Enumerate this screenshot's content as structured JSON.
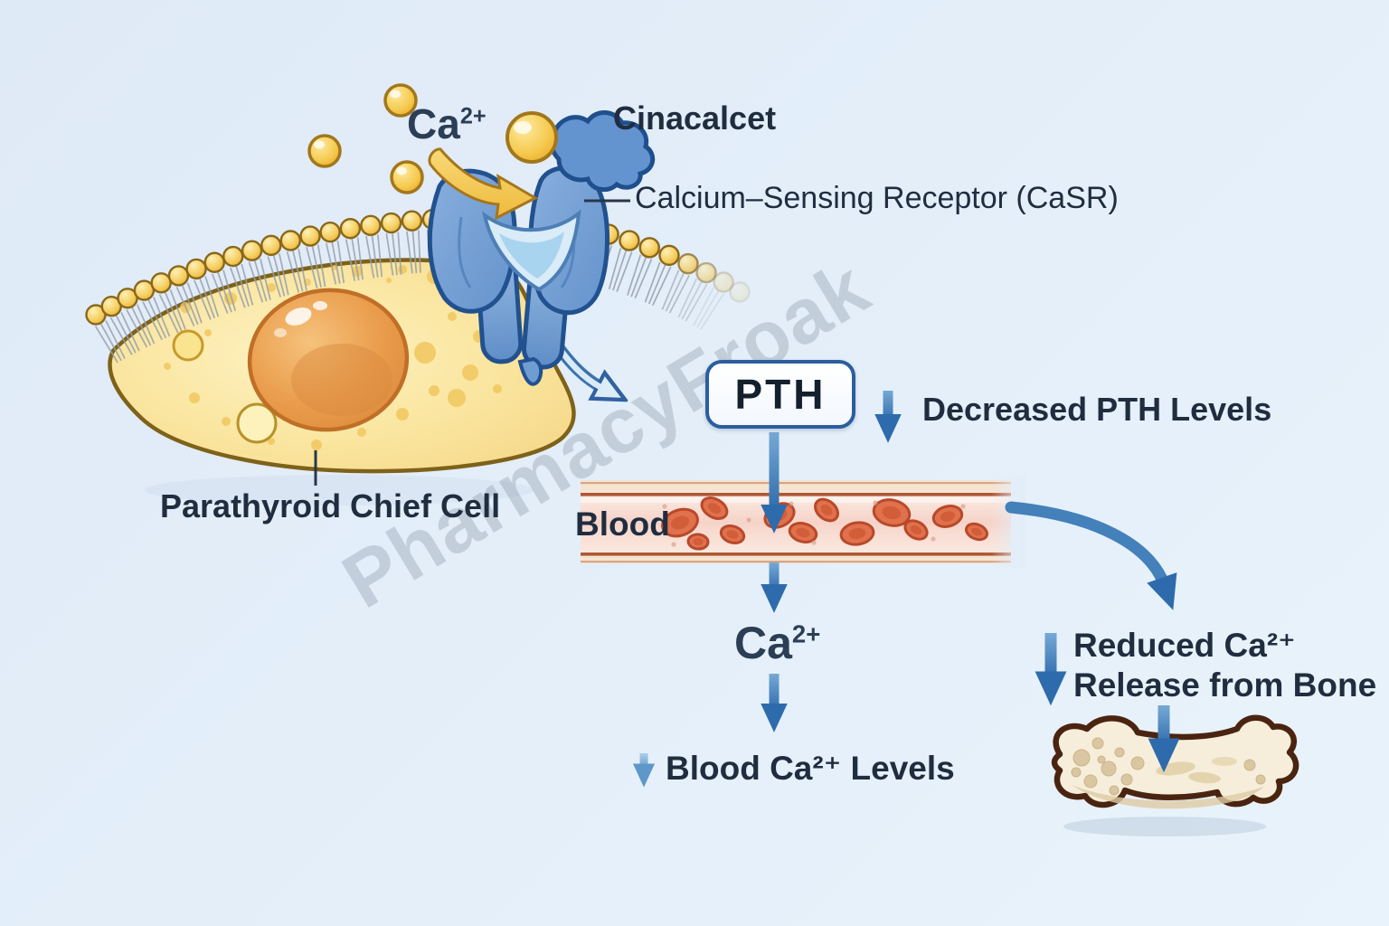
{
  "labels": {
    "ca_top": {
      "base": "Ca",
      "sup": "2+"
    },
    "cinacalcet": "Cinacalcet",
    "casr": "Calcium–Sensing Receptor (CaSR)",
    "parathyroid_cell": "Parathyroid Chief Cell",
    "pth": "PTH",
    "decreased_pth": "Decreased PTH Levels",
    "blood": "Blood",
    "ca_mid": {
      "base": "Ca",
      "sup": "2+"
    },
    "blood_ca_levels": "Blood Ca²⁺ Levels",
    "reduced_ca_line1": "Reduced Ca²⁺",
    "reduced_ca_line2": "Release from Bone",
    "watermark": "PharmacyFroak"
  },
  "colors": {
    "background": "#e2edf8",
    "text": "#1f2d3f",
    "arrow_blue": "#3f7db8",
    "arrow_blue_dark": "#2e6bac",
    "arrow_blue_light": "#8abbe2",
    "membrane_yellow": "#f6d069",
    "cell_fill": "#fbe9ac",
    "cell_outline": "#7e621a",
    "nucleus": "#e89a4a",
    "receptor_blue": "#6e9cd3",
    "receptor_outline": "#21518f",
    "pth_box_border": "#2b5e9e",
    "vessel_fill": "#f6d3c8",
    "vessel_line": "#a84b28",
    "rbc_fill": "#df6f4b",
    "rbc_outline": "#b8492a",
    "bone_fill": "#f6eedb",
    "bone_outline": "#4a2410",
    "watermark_gray": "#808b9b"
  }
}
